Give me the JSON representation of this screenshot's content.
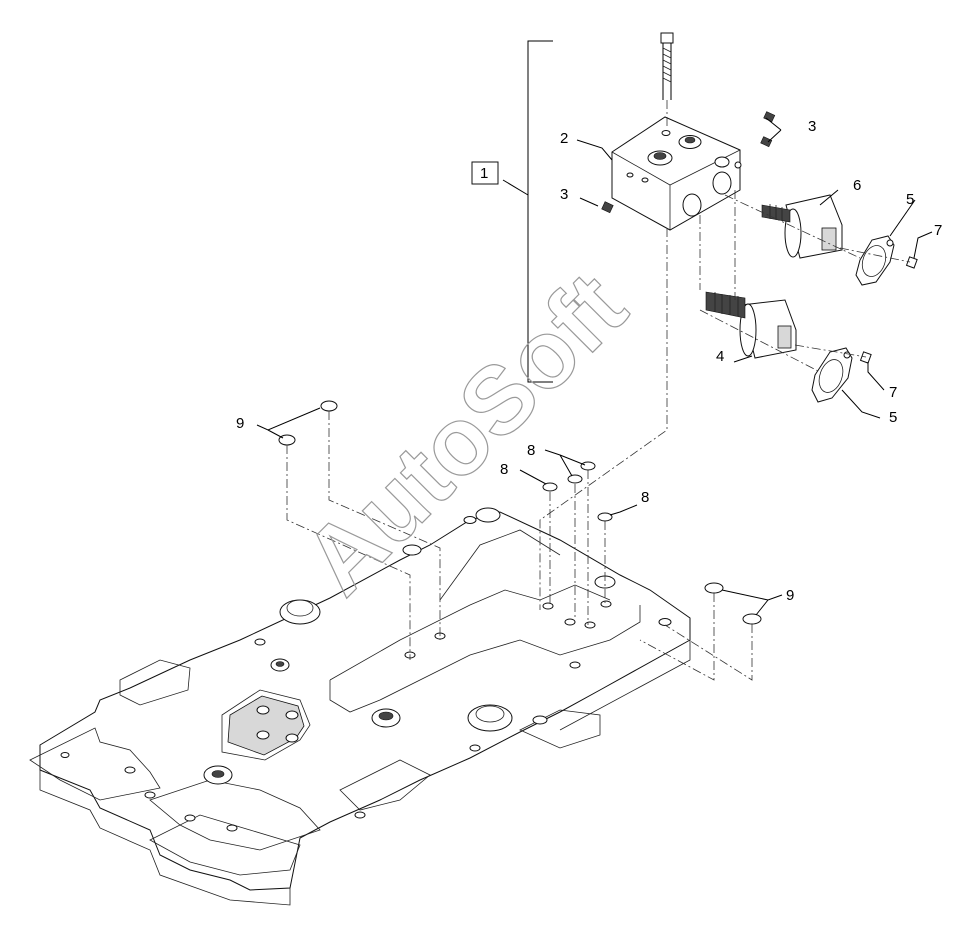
{
  "callouts": {
    "assembly_1": "1",
    "item_2": "2",
    "item_3_top": "3",
    "item_3_left": "3",
    "item_4": "4",
    "item_5_top": "5",
    "item_5_bottom": "5",
    "item_6": "6",
    "item_7_top": "7",
    "item_7_bottom": "7",
    "item_8_upper": "8",
    "item_8_left": "8",
    "item_8_right": "8",
    "item_9_left": "9",
    "item_9_right": "9"
  },
  "watermark": "AutoSoft"
}
